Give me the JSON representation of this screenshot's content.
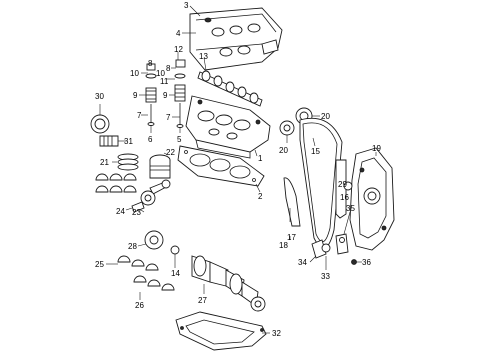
{
  "diagram": {
    "type": "exploded-parts-diagram",
    "callouts": [
      {
        "id": "c1",
        "text": "1"
      },
      {
        "id": "c2",
        "text": "2"
      },
      {
        "id": "c3",
        "text": "3"
      },
      {
        "id": "c4",
        "text": "4"
      },
      {
        "id": "c5",
        "text": "5"
      },
      {
        "id": "c6",
        "text": "6"
      },
      {
        "id": "c7a",
        "text": "7"
      },
      {
        "id": "c7b",
        "text": "7"
      },
      {
        "id": "c8a",
        "text": "8"
      },
      {
        "id": "c8b",
        "text": "8"
      },
      {
        "id": "c9a",
        "text": "9"
      },
      {
        "id": "c9b",
        "text": "9"
      },
      {
        "id": "c10a",
        "text": "10"
      },
      {
        "id": "c10b",
        "text": "10"
      },
      {
        "id": "c11",
        "text": "11"
      },
      {
        "id": "c12",
        "text": "12"
      },
      {
        "id": "c13",
        "text": "13"
      },
      {
        "id": "c14",
        "text": "14"
      },
      {
        "id": "c15",
        "text": "15"
      },
      {
        "id": "c16",
        "text": "16"
      },
      {
        "id": "c17",
        "text": "17"
      },
      {
        "id": "c18",
        "text": "18"
      },
      {
        "id": "c19",
        "text": "19"
      },
      {
        "id": "c20a",
        "text": "20"
      },
      {
        "id": "c20b",
        "text": "20"
      },
      {
        "id": "c21",
        "text": "21"
      },
      {
        "id": "c22",
        "text": "22"
      },
      {
        "id": "c23",
        "text": "23"
      },
      {
        "id": "c24",
        "text": "24"
      },
      {
        "id": "c25",
        "text": "25"
      },
      {
        "id": "c26",
        "text": "26"
      },
      {
        "id": "c27",
        "text": "27"
      },
      {
        "id": "c28",
        "text": "28"
      },
      {
        "id": "c29",
        "text": "29"
      },
      {
        "id": "c30",
        "text": "30"
      },
      {
        "id": "c31",
        "text": "31"
      },
      {
        "id": "c32",
        "text": "32"
      },
      {
        "id": "c33",
        "text": "33"
      },
      {
        "id": "c34",
        "text": "34"
      },
      {
        "id": "c35",
        "text": "35"
      },
      {
        "id": "c36",
        "text": "36"
      }
    ]
  }
}
